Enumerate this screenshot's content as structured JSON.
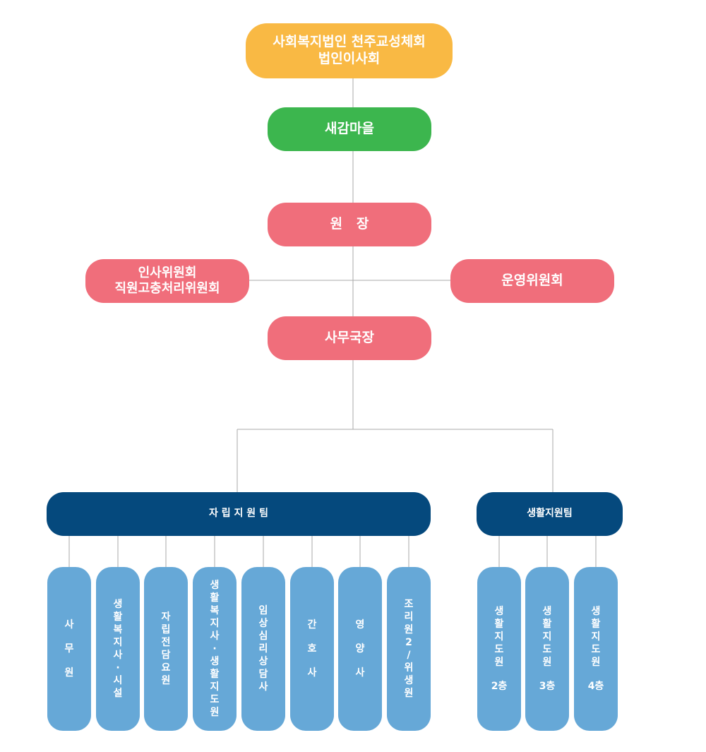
{
  "colors": {
    "top": "#f9b944",
    "green": "#3cb64e",
    "pink": "#f06e7b",
    "navy": "#05497d",
    "light_blue": "#66a8d7",
    "line": "#aaaaaa"
  },
  "nodes": {
    "board": "사회복지법인 천주교성체회\n법인이사회",
    "facility": "새감마을",
    "director": "원   장",
    "committee_left": "인사위원회\n직원고충처리위원회",
    "committee_right": "운영위원회",
    "secretary": "사무국장",
    "team_independent": "자 립 지 원 팀",
    "team_living": "생활지원팀"
  },
  "staff_independent": [
    "사무원",
    "생활복지사·시설",
    "자립전담요원",
    "생활복지사·생활지도원",
    "임상심리상담사",
    "간호사",
    "영양사",
    "조리원2/위생원"
  ],
  "staff_living": [
    {
      "title": "생활지도원",
      "floor": "2층"
    },
    {
      "title": "생활지도원",
      "floor": "3층"
    },
    {
      "title": "생활지도원",
      "floor": "4층"
    }
  ]
}
